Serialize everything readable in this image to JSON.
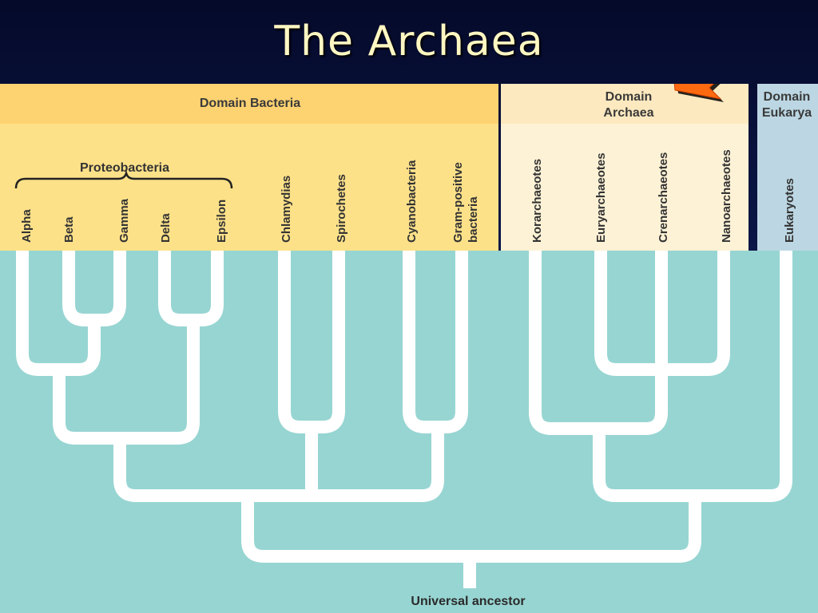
{
  "slide": {
    "title": "The Archaea",
    "colors": {
      "background": "#0c1d55",
      "title_text": "#fff7c2",
      "bacteria_band": "#fdd271",
      "bacteria_labels": "#fde189",
      "archaea_band": "#fde9bf",
      "archaea_labels": "#fef2d6",
      "eukarya_band": "#bcd7e3",
      "tree_area": "#97d5d2",
      "branches": "#ffffff",
      "arrow": "#ff6a10"
    }
  },
  "diagram": {
    "domains": {
      "bacteria": "Domain Bacteria",
      "archaea_line1": "Domain",
      "archaea_line2": "Archaea",
      "eukarya_line1": "Domain",
      "eukarya_line2": "Eukarya"
    },
    "group_label": "Proteobacteria",
    "taxa": {
      "alpha": "Alpha",
      "beta": "Beta",
      "gamma": "Gamma",
      "delta": "Delta",
      "epsilon": "Epsilon",
      "chlamydias": "Chlamydias",
      "spirochetes": "Spirochetes",
      "cyanobacteria": "Cyanobacteria",
      "gram_line1": "Gram-positive",
      "gram_line2": "bacteria",
      "korarchaeotes": "Korarchaeotes",
      "euryarchaeotes": "Euryarchaeotes",
      "crenarchaeotes": "Crenarchaeotes",
      "nanoarchaeotes": "Nanoarchaeotes",
      "eukaryotes": "Eukaryotes"
    },
    "root": "Universal ancestor",
    "pointer": "arrow-pointing-to-domain-archaea"
  }
}
